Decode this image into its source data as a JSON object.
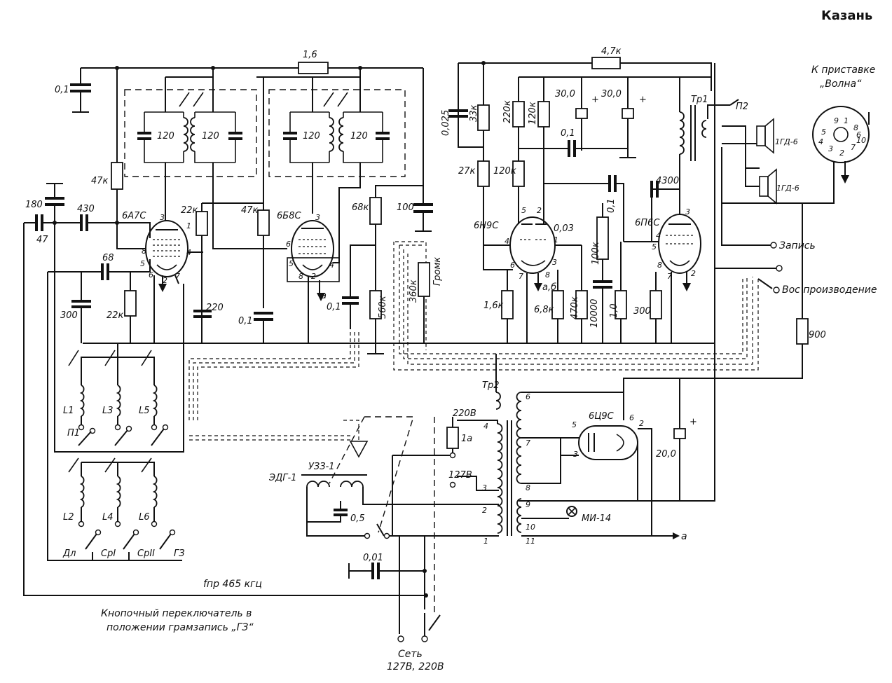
{
  "title": "Казань",
  "tubes": {
    "t1": "6А7С",
    "t2": "6Б8С",
    "t3": "6Н9С",
    "t4": "6П6С",
    "rect": "6Ц9С"
  },
  "components": {
    "r_1_6": "1,6",
    "r_4_7k": "4,7к",
    "c_0_1_top": "0,1",
    "r_47k_a": "47к",
    "c_180": "180",
    "c_430": "430",
    "c_47": "47",
    "c_68": "68",
    "c_300_left": "300",
    "r_22k_a": "22к",
    "r_22k_b": "22к",
    "c_220": "220",
    "r_47k_b": "47к",
    "c_0_1_mid": "0,1",
    "c_120_1": "120",
    "c_120_2": "120",
    "c_120_3": "120",
    "c_120_4": "120",
    "r_68k": "68к",
    "c_100": "100",
    "c_0_1_lo": "0,1",
    "r_560k": "560к",
    "r_360k": "360к",
    "gromk": "Громк",
    "c_0_025": "0,025",
    "r_33k": "33к",
    "r_27k": "27к",
    "r_220k": "220к",
    "r_120k_a": "120к",
    "r_120k_b": "120к",
    "c_30_a": "30,0",
    "c_30_b": "30,0",
    "c_0_1_b": "0,1",
    "c_0_03": "0,03",
    "c_0_1_c": "0,1",
    "r_100k": "100к",
    "r_1_6k": "1,6к",
    "r_6_8k": "6,8к",
    "r_470k": "470к",
    "c_10000": "10000",
    "r_1_0": "1,0",
    "c_4300": "4300",
    "r_300": "300",
    "r_900": "900",
    "c_20": "20,0",
    "tr1": "Тр1",
    "tr2": "Тр2",
    "p2": "П2",
    "spk1": "1ГД-6",
    "spk2": "1ГД-6",
    "fuse": "1а",
    "lamp": "МИ-14",
    "c_0_01": "0,01",
    "c_0_5": "0,5",
    "edg": "ЭДГ-1",
    "uzz": "УЗЗ-1",
    "v_220": "220В",
    "v_127": "127В",
    "p1": "П1",
    "L1": "L1",
    "L2": "L2",
    "L3": "L3",
    "L4": "L4",
    "L5": "L5",
    "L6": "L6"
  },
  "pins": {
    "t1": [
      "3",
      "1",
      "8",
      "4",
      "5",
      "6",
      "2",
      "7"
    ],
    "t2": [
      "3",
      "6",
      "5",
      "4",
      "8",
      "2"
    ],
    "t3": [
      "5",
      "2",
      "4",
      "1",
      "6",
      "7",
      "8",
      "3"
    ],
    "t4": [
      "3",
      "4",
      "5",
      "8",
      "7",
      "2"
    ],
    "rect": [
      "5",
      "6",
      "2",
      "3"
    ],
    "tr2_right": [
      "6",
      "7",
      "8",
      "9",
      "10",
      "11"
    ],
    "tr2_left": [
      "4",
      "3",
      "2",
      "1"
    ]
  },
  "labels": {
    "to_box": "К приставке",
    "volna": "„Волна“",
    "zapis": "Запись",
    "vosp": "Вос производение",
    "a1": "а",
    "a2": "а,б",
    "a3": "а",
    "dl": "Дл",
    "sr1": "СрI",
    "sr2": "СрII",
    "gz": "ГЗ",
    "fpr": "fпр 465 кгц",
    "note1": "Кнопочный  переключатель в",
    "note2": "положении  грамзапись „ГЗ“",
    "set1": "Сеть",
    "set2": "127В, 220В"
  },
  "connector_pins": [
    "9",
    "1",
    "8",
    "5",
    "4",
    "3",
    "2",
    "7",
    "10",
    "6"
  ]
}
